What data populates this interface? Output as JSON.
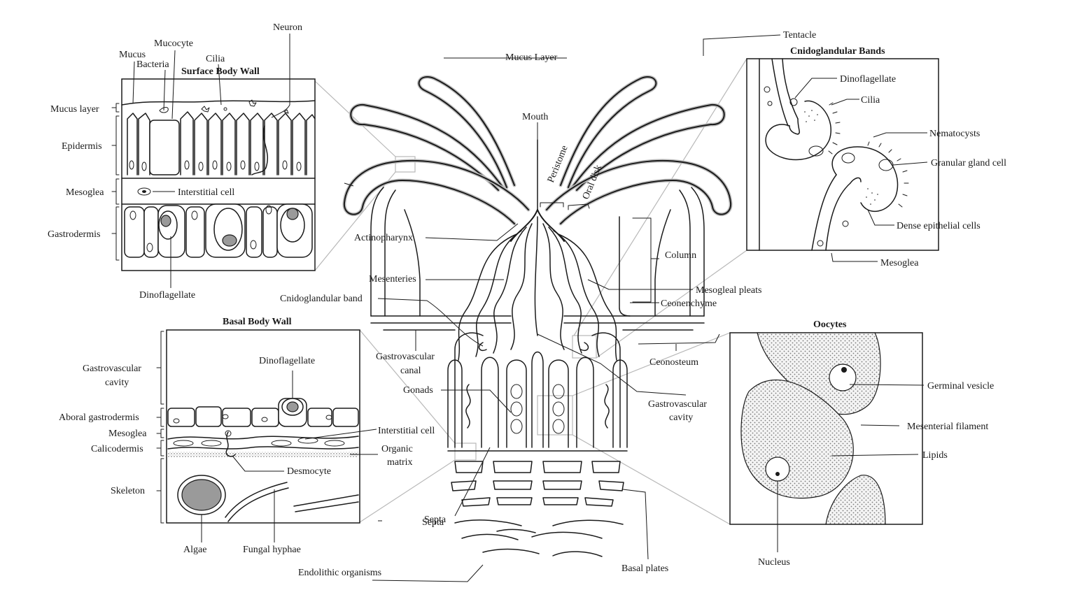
{
  "labels": {
    "neuron": "Neuron",
    "mucocyte": "Mucocyte",
    "mucus": "Mucus",
    "cilia_surface": "Cilia",
    "bacteria": "Bacteria",
    "surface_body_wall": "Surface Body Wall",
    "mucus_layer_side": "Mucus layer",
    "epidermis": "Epidermis",
    "mesoglea_side": "Mesoglea",
    "interstitial_cell_surface": "Interstitial cell",
    "gastrodermis": "Gastrodermis",
    "dinoflagellate_surface": "Dinoflagellate",
    "basal_body_wall": "Basal Body Wall",
    "gastrovascular_cavity_basal_1": "Gastrovascular",
    "gastrovascular_cavity_basal_2": "cavity",
    "dinoflagellate_basal": "Dinoflagellate",
    "aboral_gastrodermis": "Aboral gastrodermis",
    "mesoglea_basal": "Mesoglea",
    "calicodermis": "Calicodermis",
    "interstitial_cell_basal": "Interstitial cell",
    "organic_matrix_1": "Organic",
    "organic_matrix_2": "matrix",
    "desmocyte": "Desmocyte",
    "skeleton": "Skeleton",
    "algae": "Algae",
    "fungal_hyphae": "Fungal hyphae",
    "endolithic_organisms": "Endolithic organisms",
    "mucus_layer_top": "Mucus Layer",
    "tentacle": "Tentacle",
    "mouth": "Mouth",
    "peristome": "Peristome",
    "oral_disk": "Oral disk",
    "actinopharynx": "Actinopharynx",
    "mesenteries": "Mesenteries",
    "cnidoglandular_band": "Cnidoglandular band",
    "gastrovascular_canal_1": "Gastrovascular",
    "gastrovascular_canal_2": "canal",
    "gonads": "Gonads",
    "septa_1": "Septa",
    "septa_2": "Septa",
    "column": "Column",
    "mesogleal_pleats": "Mesogleal pleats",
    "ceonenchyme": "Ceonenchyme",
    "ceonosteum": "Ceonosteum",
    "gastrovascular_cavity_center_1": "Gastrovascular",
    "gastrovascular_cavity_center_2": "cavity",
    "basal_plates": "Basal plates",
    "cnidoglandular_bands": "Cnidoglandular Bands",
    "dinoflagellate_cnido": "Dinoflagellate",
    "cilia_cnido": "Cilia",
    "nematocysts": "Nematocysts",
    "granular_gland_cell": "Granular gland cell",
    "dense_epithelial_cells": "Dense epithelial cells",
    "mesoglea_cnido": "Mesoglea",
    "oocytes": "Oocytes",
    "germinal_vesicle": "Germinal vesicle",
    "mesenterial_filament": "Mesenterial filament",
    "lipids": "Lipids",
    "nucleus": "Nucleus"
  },
  "colors": {
    "line": "#1a1a1a",
    "halo": "#bdbdbd",
    "nucleus_fill": "#9a9a9a",
    "algae_fill": "#9a9a9a"
  }
}
